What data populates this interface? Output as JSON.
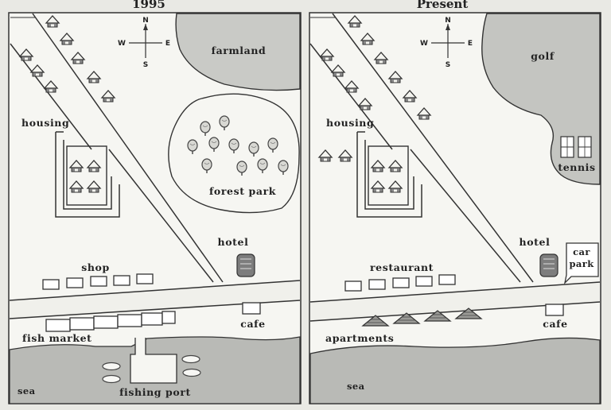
{
  "colors": {
    "background": "#e9e9e4",
    "panel": "#f6f6f2",
    "ink": "#3a3a3a",
    "sea": "#b9bab6",
    "golf": "#c4c5c1",
    "farmland": "#c9cac6",
    "hotel": "#7d7d7d"
  },
  "maps": [
    {
      "title": "1995",
      "compass": {
        "n": "N",
        "s": "S",
        "w": "W",
        "e": "E"
      },
      "labels": {
        "farmland": "farmland",
        "housing": "housing",
        "forest_park": "forest park",
        "hotel": "hotel",
        "shop": "shop",
        "cafe": "cafe",
        "fish_market": "fish market",
        "sea": "sea",
        "fishing_port": "fishing port"
      }
    },
    {
      "title": "Present",
      "compass": {
        "n": "N",
        "s": "S",
        "w": "W",
        "e": "E"
      },
      "labels": {
        "golf": "golf",
        "housing": "housing",
        "tennis": "tennis",
        "hotel": "hotel",
        "car_park": [
          "car",
          "park"
        ],
        "restaurant": "restaurant",
        "cafe": "cafe",
        "apartments": "apartments",
        "sea": "sea"
      }
    }
  ]
}
